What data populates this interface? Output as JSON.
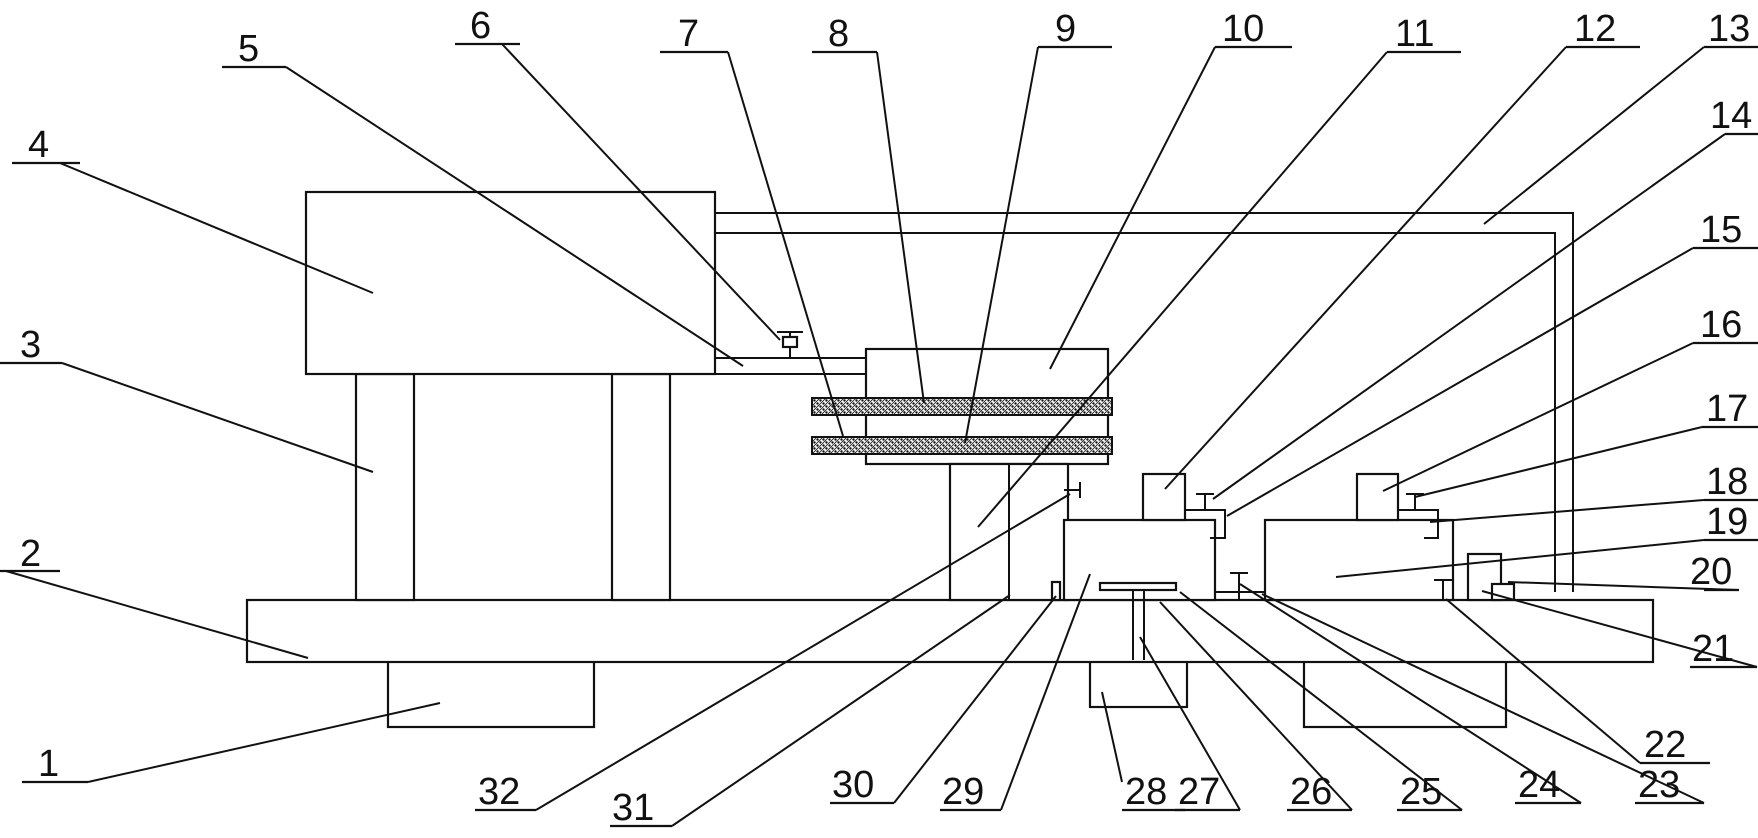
{
  "labels": [
    "1",
    "2",
    "3",
    "4",
    "5",
    "6",
    "7",
    "8",
    "9",
    "10",
    "11",
    "12",
    "13",
    "14",
    "15",
    "16",
    "17",
    "18",
    "19",
    "20",
    "21",
    "22",
    "23",
    "24",
    "25",
    "26",
    "27",
    "28",
    "29",
    "30",
    "31",
    "32"
  ],
  "colors": {
    "ink": "#111111",
    "paper": "#ffffff"
  }
}
